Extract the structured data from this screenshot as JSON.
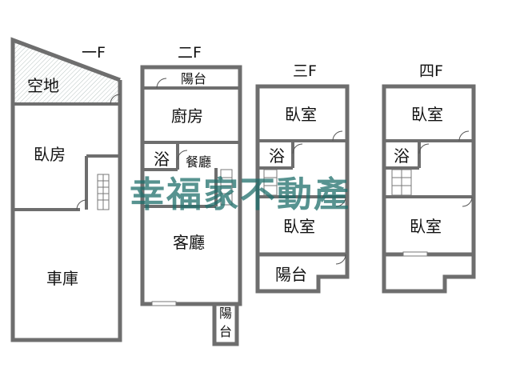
{
  "floors": [
    {
      "label": "一F",
      "rooms": [
        "空地",
        "臥房",
        "車庫"
      ]
    },
    {
      "label": "二F",
      "rooms": [
        "陽台",
        "廚房",
        "浴",
        "餐廳",
        "客廳",
        "陽台"
      ]
    },
    {
      "label": "三F",
      "rooms": [
        "臥室",
        "浴",
        "臥室",
        "陽台"
      ]
    },
    {
      "label": "四F",
      "rooms": [
        "臥室",
        "浴",
        "臥室"
      ]
    }
  ],
  "watermark": "幸福家不動產",
  "colors": {
    "wall": "#6e6e6e",
    "watermark": "#1f6f6c",
    "hatch": "#cfd8d6"
  }
}
